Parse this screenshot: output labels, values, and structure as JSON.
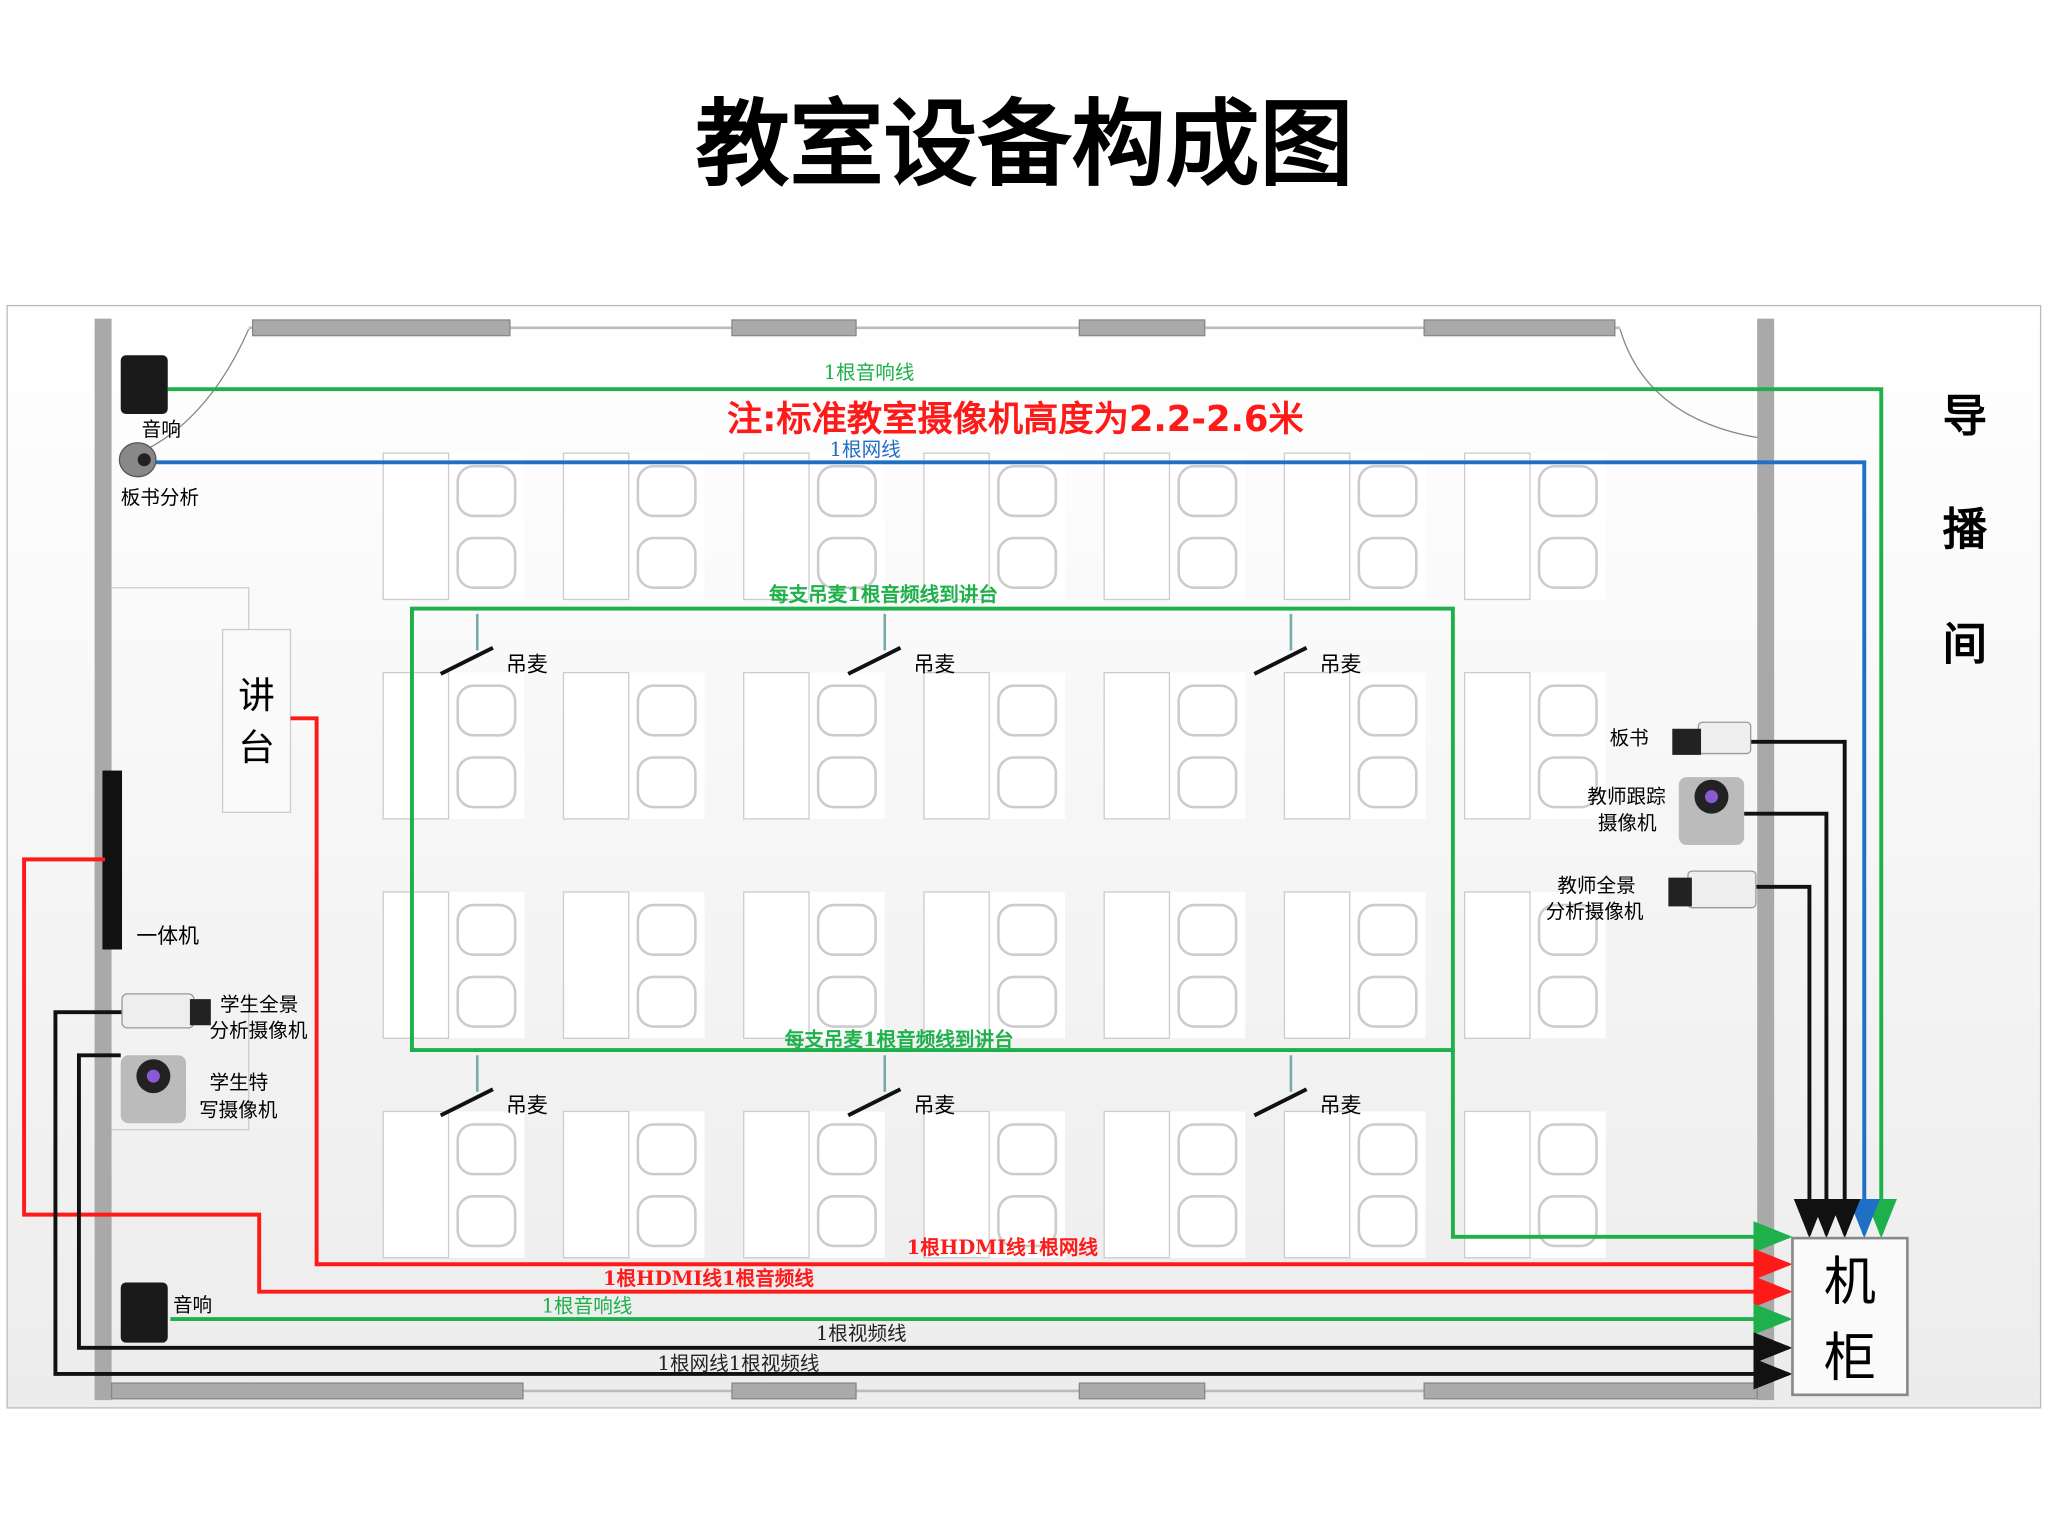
{
  "title": "教室设备构成图",
  "note": "注:标准教室摄像机高度为2.2-2.6米",
  "side_room": [
    "导",
    "播",
    "间"
  ],
  "cabinet": [
    "机",
    "柜"
  ],
  "podium": [
    "讲",
    "台"
  ],
  "devices": {
    "speaker_top": "音响",
    "board_analysis": "板书分析",
    "all_in_one": "一体机",
    "student_panorama": [
      "学生全景",
      "分析摄像机"
    ],
    "student_closeup": [
      "学生特",
      "写摄像机"
    ],
    "speaker_bottom": "音响",
    "board_camera": "板书",
    "teacher_tracking": [
      "教师跟踪",
      "摄像机"
    ],
    "teacher_panorama": [
      "教师全景",
      "分析摄像机"
    ],
    "mic": "吊麦"
  },
  "cables": {
    "top_audio": "1根音响线",
    "top_network": "1根网线",
    "mic_top": "每支吊麦1根音频线到讲台",
    "mic_bottom": "每支吊麦1根音频线到讲台",
    "podium_red": "1根HDMI线1根网线",
    "aio_red": "1根HDMI线1根音频线",
    "bottom_audio": "1根音响线",
    "video": "1根视频线",
    "net_video": "1根网线1根视频线"
  },
  "colors": {
    "green": "#1db04b",
    "blue": "#1f6fc4",
    "red": "#ff1a1a",
    "black": "#111111",
    "wall": "#a9a9a9"
  }
}
